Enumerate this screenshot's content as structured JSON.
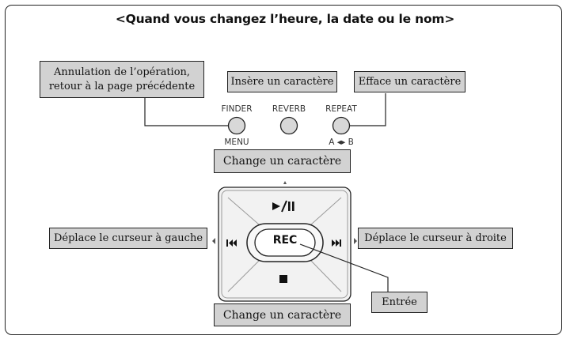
{
  "title": "<Quand vous changez l’heure, la date ou le nom>",
  "labels": {
    "cancel_line1": "Annulation de l’opération,",
    "cancel_line2": "retour à la page précédente",
    "insert": "Insère un caractère",
    "delete": "Efface un caractère",
    "change_top": "Change un caractère",
    "move_left": "Déplace le curseur à gauche",
    "move_right": "Déplace le curseur à droite",
    "change_bottom": "Change un caractère",
    "enter": "Entrée"
  },
  "buttons": {
    "finder": "FINDER",
    "menu": "MENU",
    "reverb": "REVERB",
    "repeat": "REPEAT",
    "ab": "A ◂▸ B",
    "rec": "REC"
  },
  "icons": {
    "play_pause": "play-pause-icon",
    "stop": "stop-icon",
    "rewind": "rewind-icon",
    "fast_forward": "fast-forward-icon"
  },
  "colors": {
    "label_fill": "#d2d2d2",
    "button_fill": "#d8d8d8",
    "pad_fill": "#f2f2f2",
    "line": "#222222"
  }
}
